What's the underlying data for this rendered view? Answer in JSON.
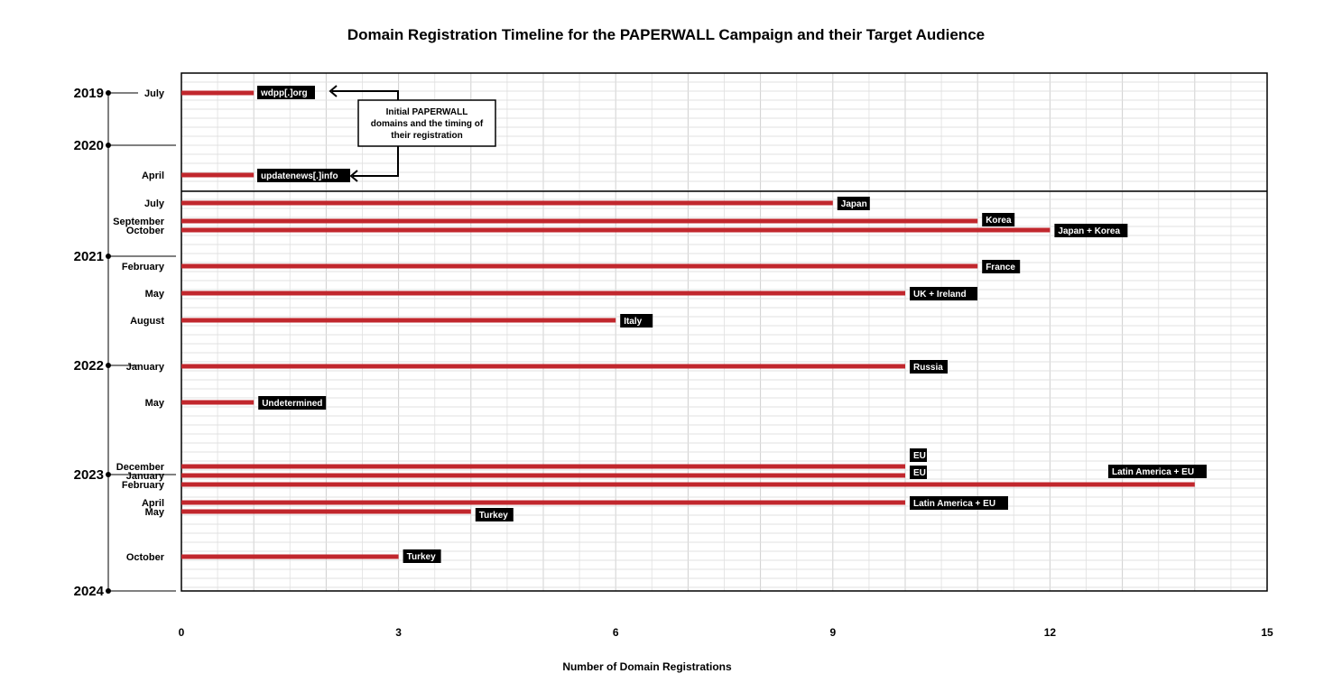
{
  "chart_data": {
    "type": "bar",
    "orientation": "horizontal",
    "title": "Domain Registration Timeline for the PAPERWALL Campaign and their Target Audience",
    "xlabel": "Number of Domain Registrations",
    "ylabel": "",
    "xlim": [
      0,
      15
    ],
    "xticks": [
      "0",
      "3",
      "6",
      "9",
      "12",
      "15"
    ],
    "grid": true,
    "bar_color": "#c1272d",
    "years": [
      "2019",
      "2020",
      "2021",
      "2022",
      "2023",
      "2024"
    ],
    "rows": [
      {
        "month": "July",
        "value": 1,
        "label": "wdpp[.]org"
      },
      {
        "month": "April",
        "value": 1,
        "label": "updatenews[.]info"
      },
      {
        "month": "July",
        "value": 9,
        "label": "Japan"
      },
      {
        "month": "September",
        "value": 11,
        "label": "Korea"
      },
      {
        "month": "October",
        "value": 12,
        "label": "Japan + Korea"
      },
      {
        "month": "February",
        "value": 11,
        "label": "France"
      },
      {
        "month": "May",
        "value": 10,
        "label": "UK + Ireland"
      },
      {
        "month": "August",
        "value": 6,
        "label": "Italy"
      },
      {
        "month": "January",
        "value": 10,
        "label": "Russia"
      },
      {
        "month": "May",
        "value": 1,
        "label": "Undetermined"
      },
      {
        "month": "December",
        "value": 10,
        "label": "EU"
      },
      {
        "month": "January",
        "value": 10,
        "label": "EU"
      },
      {
        "month": "February",
        "value": 14,
        "label": "Latin America + EU"
      },
      {
        "month": "April",
        "value": 10,
        "label": "Latin America + EU"
      },
      {
        "month": "May",
        "value": 4,
        "label": "Turkey"
      },
      {
        "month": "October",
        "value": 3,
        "label": "Turkey"
      }
    ],
    "annotation": {
      "lines": [
        "Initial PAPERWALL",
        "domains and the timing of",
        "their registration"
      ]
    }
  }
}
